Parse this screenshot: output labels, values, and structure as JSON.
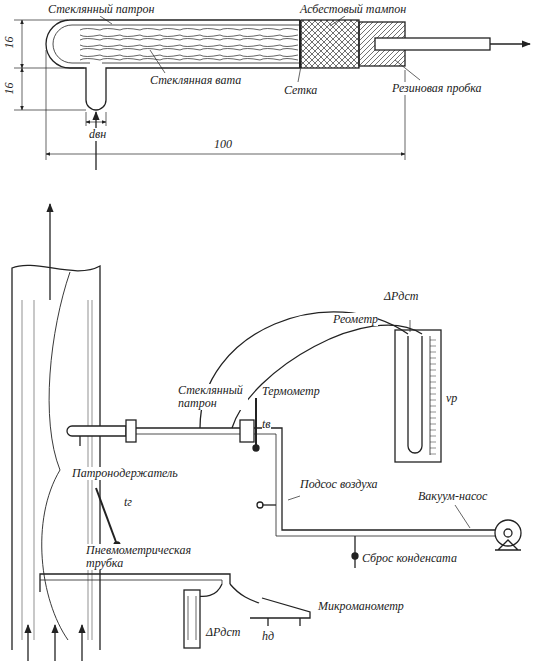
{
  "diagram": {
    "labels": [
      "Стеклянный патрон",
      "Асбестовый тампон",
      "16",
      "16",
      "Стеклянная вата",
      "Сетка",
      "Резиновая пробка",
      "dвн",
      "100",
      "ΔPдст",
      "Реометр",
      "vр",
      "Стеклянный патрон",
      "Термометр",
      "tв",
      "Патронодержатель",
      "tг",
      "Подсос воздуха",
      "Вакуум-насос",
      "Сброс конденсата",
      "Пневмометрическая трубка",
      "Микроманометр",
      "ΔPдст",
      "hд"
    ]
  }
}
